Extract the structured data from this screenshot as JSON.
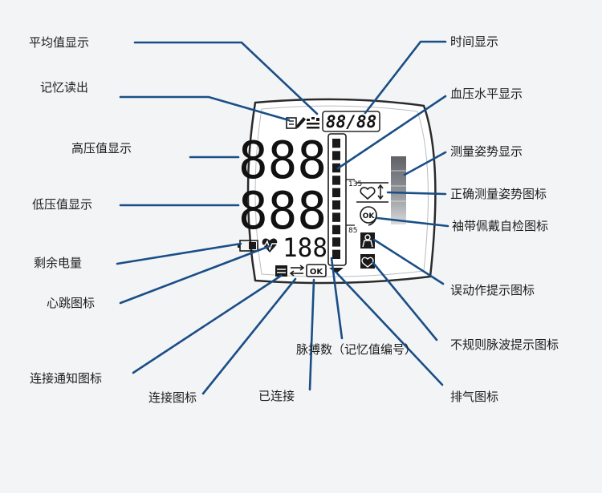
{
  "diagram": {
    "colors": {
      "leader": "#1a4e86",
      "lcd_frame": "#222222",
      "lcd_bg": "#ffffff",
      "segment": "#1a1a1a",
      "posture_bar": "#6f7276",
      "background": "#f3f4f6"
    },
    "labels": {
      "avg_display": "平均值显示",
      "memory_readout": "记忆读出",
      "systolic_display": "高压值显示",
      "diastolic_display": "低压值显示",
      "battery_level": "剩余电量",
      "heartbeat_icon": "心跳图标",
      "connection_notice_icon": "连接通知图标",
      "connection_icon": "连接图标",
      "connected": "已连接",
      "pulse_memory_number": "脉搏数（记忆值编号）",
      "time_display": "时间显示",
      "bp_level_display": "血压水平显示",
      "posture_display": "测量姿势显示",
      "correct_posture_icon": "正确测量姿势图标",
      "cuff_check_icon": "袖带佩戴自检图标",
      "motion_error_icon": "误动作提示图标",
      "irregular_pulse_icon": "不规则脉波提示图标",
      "exhaust_icon": "排气图标"
    },
    "lcd": {
      "systolic_digits": "888",
      "diastolic_digits": "888",
      "pulse_digits": "188",
      "time_text": "88/88",
      "scale_high": "135",
      "scale_low": "85",
      "ok_badge": "OK",
      "ok_circle": "OK",
      "level_segments": 10
    }
  }
}
